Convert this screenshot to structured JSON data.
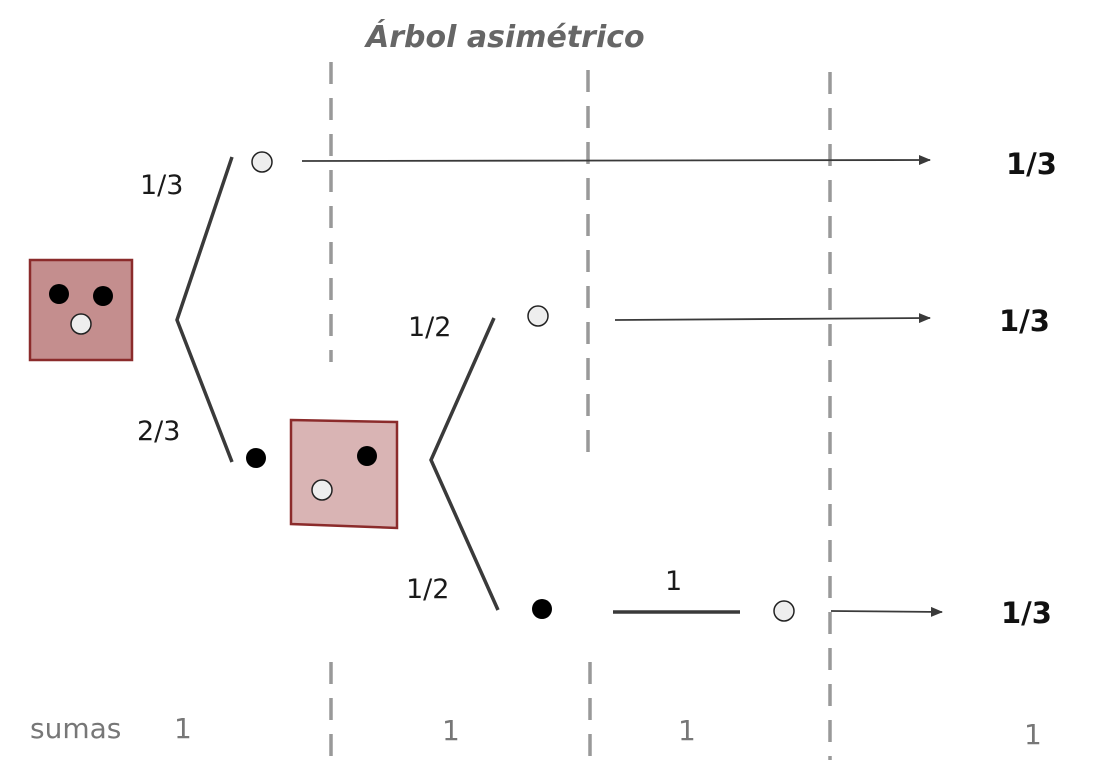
{
  "title": "Árbol asimétrico",
  "colors": {
    "box_fill_large": "#c48e8e",
    "box_fill_small": "#d9b4b4",
    "box_stroke": "#8b2b2b",
    "branch": "#3a3a3a",
    "divider": "#999999",
    "ball_black": "#000000",
    "ball_white": "#eeeeee"
  },
  "branches": {
    "top": "1/3",
    "bottom": "2/3",
    "second_top": "1/2",
    "second_bottom": "1/2",
    "third": "1"
  },
  "results": [
    "1/3",
    "1/3",
    "1/3"
  ],
  "sums": {
    "label": "sumas",
    "values": [
      "1",
      "1",
      "1",
      "1"
    ]
  },
  "boxes": [
    {
      "name": "urn-initial",
      "balls": [
        "black",
        "black",
        "white"
      ]
    },
    {
      "name": "urn-after-black",
      "balls": [
        "black",
        "white"
      ]
    }
  ],
  "outcomes": {
    "first_draw": [
      "white",
      "black"
    ],
    "second_draw": [
      "white",
      "black"
    ],
    "third_draw": [
      "white"
    ]
  }
}
